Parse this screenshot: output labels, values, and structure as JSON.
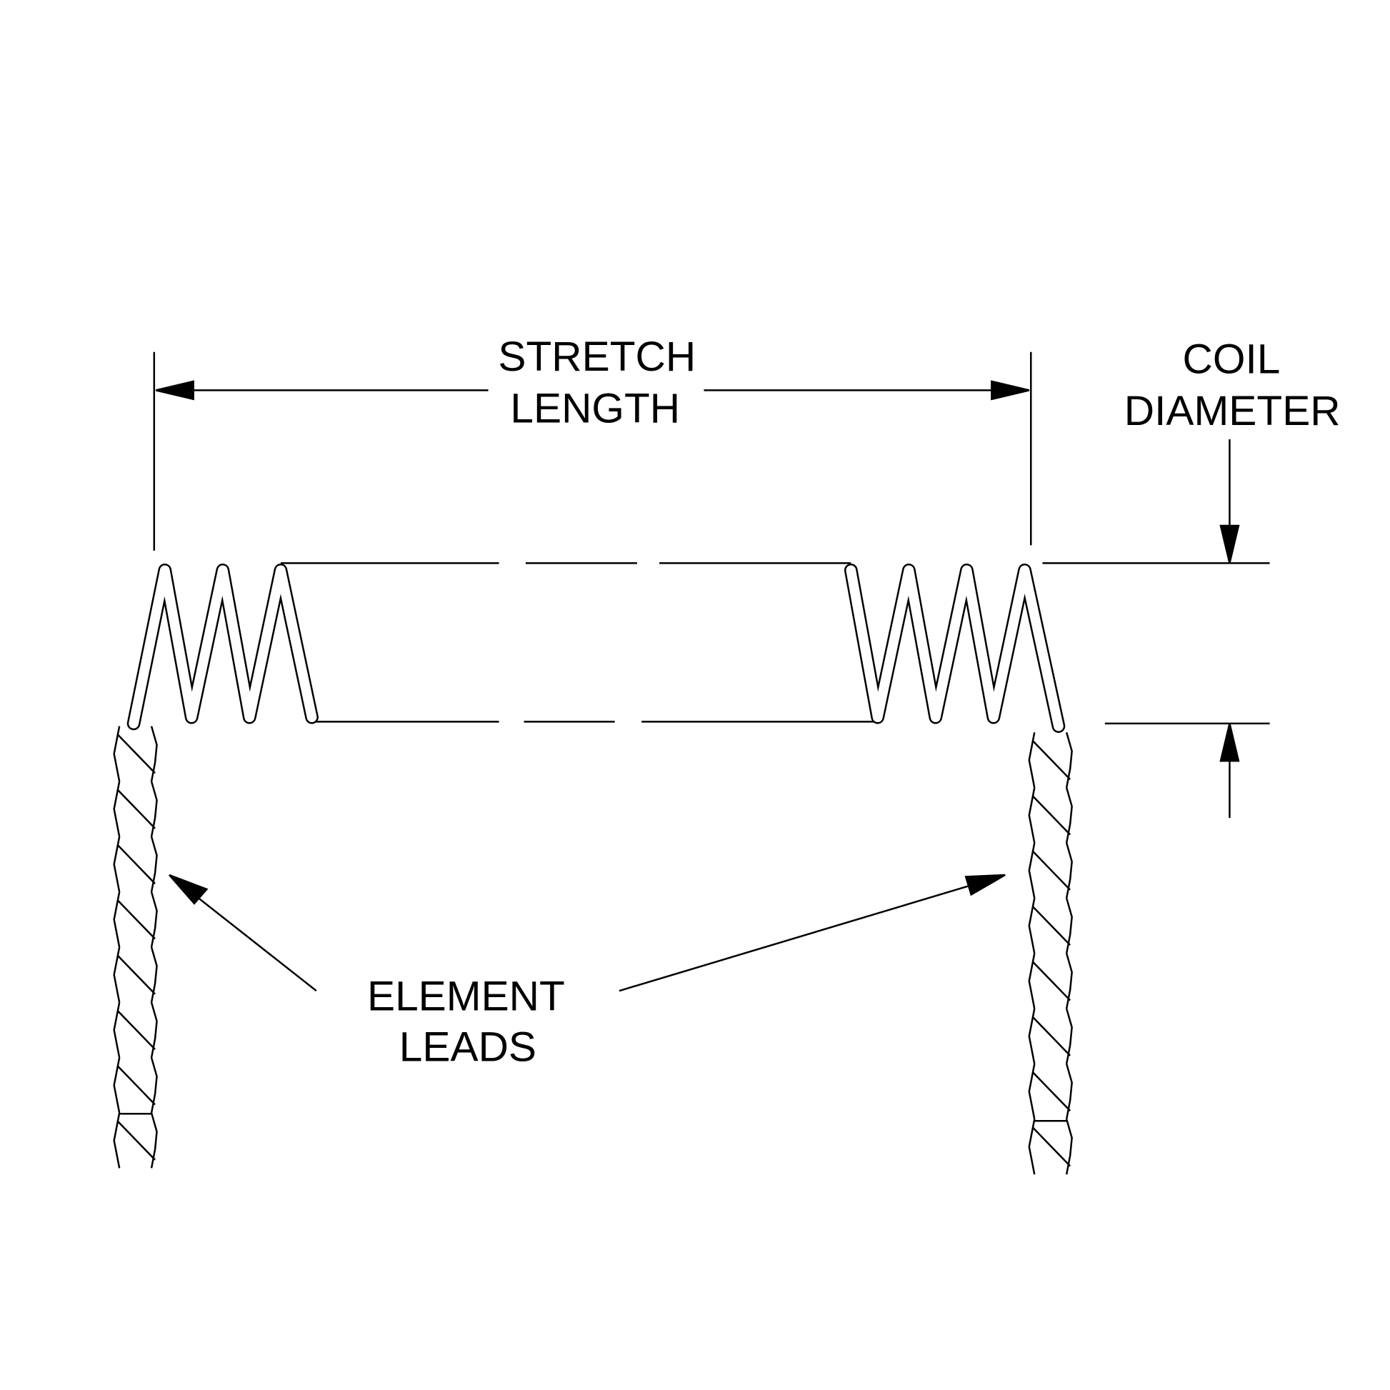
{
  "labels": {
    "stretch_length": [
      "STRETCH",
      "LENGTH"
    ],
    "coil_diameter": [
      "COIL",
      "DIAMETER"
    ],
    "element_leads": [
      "ELEMENT",
      "LEADS"
    ]
  },
  "colors": {
    "line": "#000000",
    "background": "#ffffff"
  }
}
